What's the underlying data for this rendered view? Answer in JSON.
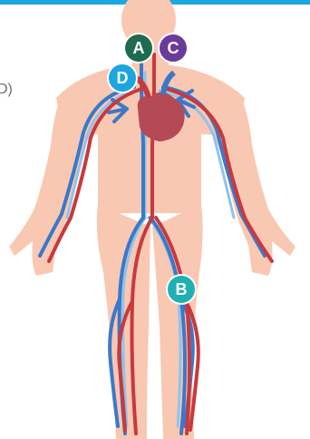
{
  "edge_text": "D)",
  "labels": {
    "a": "A",
    "b": "B",
    "c": "C",
    "d": "D"
  },
  "colors": {
    "top_rule": "#1aa7e0",
    "skin": "#f9c8b2",
    "vein": "#3b78c9",
    "vein_light": "#8ec4ea",
    "artery": "#c8393d",
    "heart": "#b44a55",
    "marker_a": "#1f6b4f",
    "marker_b": "#1fb0b2",
    "marker_c": "#6b3a9b",
    "marker_d": "#1aa7e0"
  }
}
